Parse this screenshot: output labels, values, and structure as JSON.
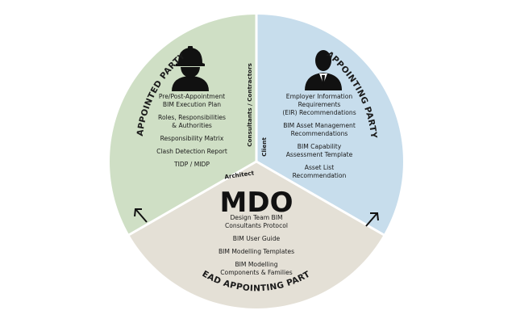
{
  "left": {
    "curved_label": "APPOINTED PARTY",
    "side_label": "Consultants / Contractors",
    "items": [
      [
        "Pre/Post-Appointment",
        "BIM Execution Plan"
      ],
      [
        "Roles, Responsibilities",
        "& Authorities"
      ],
      [
        "Responsibility Matrix"
      ],
      [
        "Clash Detection Report"
      ],
      [
        "TIDP / MIDP"
      ]
    ]
  },
  "right": {
    "curved_label": "APPOINTING PARTY",
    "side_label": "Client",
    "items": [
      [
        "Employer Information",
        "Requirements",
        "(EIR) Recommendations"
      ],
      [
        "BIM Asset Management",
        "Recommendations"
      ],
      [
        "BIM Capability",
        "Assessment Template"
      ],
      [
        "Asset List",
        "Recommendation"
      ]
    ]
  },
  "bottom": {
    "side_label": "Architect",
    "title": "MDO",
    "curved_label": "LEAD APPOINTING PARTY",
    "items": [
      [
        "Design Team BIM",
        "Consultants Protocol"
      ],
      [
        "BIM User Guide"
      ],
      [
        "BIM Modelling Templates"
      ],
      [
        "BIM Modelling",
        "Components & Families"
      ]
    ]
  },
  "colors": {
    "left_fill": "#cfdfc5",
    "right_fill": "#c7ddec",
    "bottom_fill": "#e4e0d6",
    "divider": "#ffffff",
    "text": "#1a1a1a"
  },
  "icons": [
    "worker-hardhat-icon",
    "businessman-icon",
    "arrow-up-left-icon",
    "arrow-up-right-icon"
  ]
}
